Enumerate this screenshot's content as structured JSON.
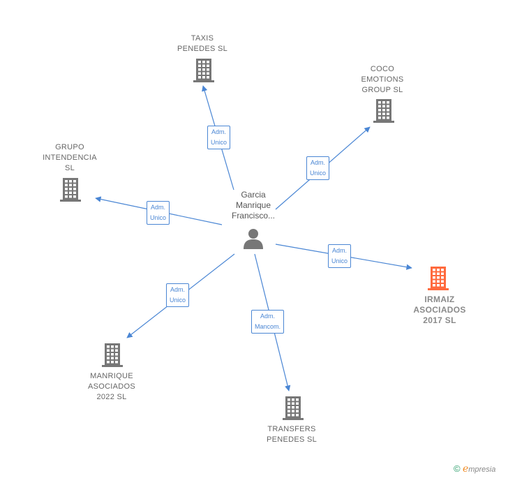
{
  "center": {
    "label": "Garcia\nManrique\nFrancisco...",
    "icon": "person-icon",
    "color": "#777777"
  },
  "colors": {
    "edge": "#4a86d4",
    "company": "#777777",
    "highlight": "#ff6a3d"
  },
  "nodes": [
    {
      "id": "taxis",
      "label": "TAXIS\nPENEDES SL",
      "icon": "building-icon"
    },
    {
      "id": "coco",
      "label": "COCO\nEMOTIONS\nGROUP SL",
      "icon": "building-icon"
    },
    {
      "id": "grupo",
      "label": "GRUPO\nINTENDENCIA\nSL",
      "icon": "building-icon"
    },
    {
      "id": "irmaiz",
      "label": "IRMAIZ\nASOCIADOS\n2017 SL",
      "icon": "building-icon",
      "highlight": true
    },
    {
      "id": "manrique",
      "label": "MANRIQUE\nASOCIADOS\n2022 SL",
      "icon": "building-icon"
    },
    {
      "id": "transfers",
      "label": "TRANSFERS\nPENEDES SL",
      "icon": "building-icon"
    }
  ],
  "edges": [
    {
      "to": "taxis",
      "label": "Adm.\nUnico"
    },
    {
      "to": "coco",
      "label": "Adm.\nUnico"
    },
    {
      "to": "grupo",
      "label": "Adm.\nUnico"
    },
    {
      "to": "irmaiz",
      "label": "Adm.\nUnico"
    },
    {
      "to": "manrique",
      "label": "Adm.\nUnico"
    },
    {
      "to": "transfers",
      "label": "Adm.\nMancom."
    }
  ],
  "footer": {
    "copyright": "©",
    "brand_initial": "e",
    "brand_rest": "mpresia"
  }
}
